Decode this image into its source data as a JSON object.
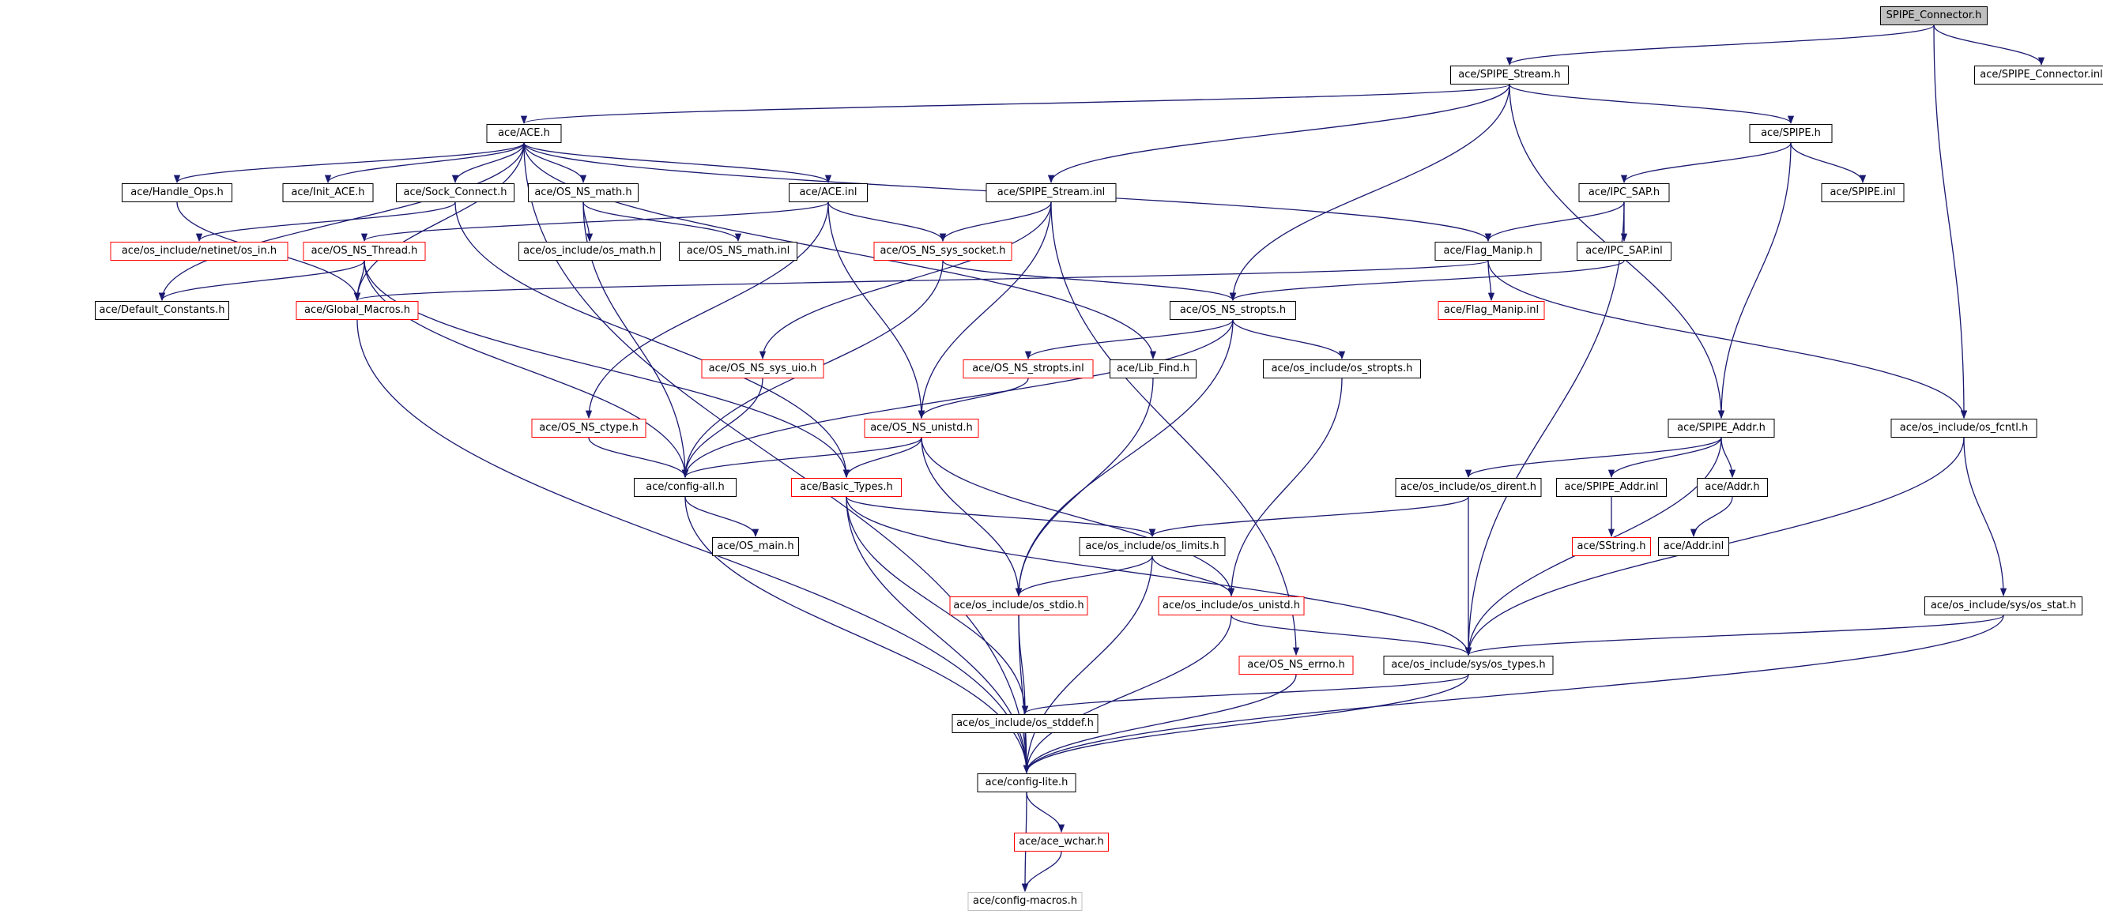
{
  "colors": {
    "edge": "#191970",
    "border_normal": "#000000",
    "border_truncated": "#ff0000",
    "border_leaf": "#bfbfbf",
    "root_fill": "#bfbfbf"
  },
  "nodes": [
    {
      "id": "spipe_connector_h",
      "label": "SPIPE_Connector.h",
      "kind": "root"
    },
    {
      "id": "spipe_stream_h",
      "label": "ace/SPIPE_Stream.h",
      "kind": "normal"
    },
    {
      "id": "spipe_connector_inl",
      "label": "ace/SPIPE_Connector.inl",
      "kind": "normal"
    },
    {
      "id": "ace_h",
      "label": "ace/ACE.h",
      "kind": "normal"
    },
    {
      "id": "spipe_h",
      "label": "ace/SPIPE.h",
      "kind": "normal"
    },
    {
      "id": "handle_ops_h",
      "label": "ace/Handle_Ops.h",
      "kind": "normal"
    },
    {
      "id": "init_ace_h",
      "label": "ace/Init_ACE.h",
      "kind": "normal"
    },
    {
      "id": "sock_connect_h",
      "label": "ace/Sock_Connect.h",
      "kind": "normal"
    },
    {
      "id": "os_ns_math_h",
      "label": "ace/OS_NS_math.h",
      "kind": "normal"
    },
    {
      "id": "ace_inl",
      "label": "ace/ACE.inl",
      "kind": "normal"
    },
    {
      "id": "spipe_stream_inl",
      "label": "ace/SPIPE_Stream.inl",
      "kind": "normal"
    },
    {
      "id": "ipc_sap_h",
      "label": "ace/IPC_SAP.h",
      "kind": "normal"
    },
    {
      "id": "spipe_inl",
      "label": "ace/SPIPE.inl",
      "kind": "normal"
    },
    {
      "id": "netinet_os_in_h",
      "label": "ace/os_include/netinet/os_in.h",
      "kind": "truncated"
    },
    {
      "id": "os_ns_thread_h",
      "label": "ace/OS_NS_Thread.h",
      "kind": "truncated"
    },
    {
      "id": "os_math_h",
      "label": "ace/os_include/os_math.h",
      "kind": "normal"
    },
    {
      "id": "os_ns_math_inl",
      "label": "ace/OS_NS_math.inl",
      "kind": "normal"
    },
    {
      "id": "os_ns_sys_socket_h",
      "label": "ace/OS_NS_sys_socket.h",
      "kind": "truncated"
    },
    {
      "id": "flag_manip_h",
      "label": "ace/Flag_Manip.h",
      "kind": "normal"
    },
    {
      "id": "ipc_sap_inl",
      "label": "ace/IPC_SAP.inl",
      "kind": "normal"
    },
    {
      "id": "default_constants_h",
      "label": "ace/Default_Constants.h",
      "kind": "normal"
    },
    {
      "id": "global_macros_h",
      "label": "ace/Global_Macros.h",
      "kind": "truncated"
    },
    {
      "id": "os_ns_stropts_h",
      "label": "ace/OS_NS_stropts.h",
      "kind": "normal"
    },
    {
      "id": "flag_manip_inl",
      "label": "ace/Flag_Manip.inl",
      "kind": "truncated"
    },
    {
      "id": "os_ns_sys_uio_h",
      "label": "ace/OS_NS_sys_uio.h",
      "kind": "truncated"
    },
    {
      "id": "os_ns_stropts_inl",
      "label": "ace/OS_NS_stropts.inl",
      "kind": "truncated"
    },
    {
      "id": "lib_find_h",
      "label": "ace/Lib_Find.h",
      "kind": "normal"
    },
    {
      "id": "os_stropts_h",
      "label": "ace/os_include/os_stropts.h",
      "kind": "normal"
    },
    {
      "id": "os_ns_ctype_h",
      "label": "ace/OS_NS_ctype.h",
      "kind": "truncated"
    },
    {
      "id": "os_ns_unistd_h",
      "label": "ace/OS_NS_unistd.h",
      "kind": "truncated"
    },
    {
      "id": "spipe_addr_h",
      "label": "ace/SPIPE_Addr.h",
      "kind": "normal"
    },
    {
      "id": "os_fcntl_h",
      "label": "ace/os_include/os_fcntl.h",
      "kind": "normal"
    },
    {
      "id": "config_all_h",
      "label": "ace/config-all.h",
      "kind": "normal"
    },
    {
      "id": "basic_types_h",
      "label": "ace/Basic_Types.h",
      "kind": "truncated"
    },
    {
      "id": "os_dirent_h",
      "label": "ace/os_include/os_dirent.h",
      "kind": "normal"
    },
    {
      "id": "spipe_addr_inl",
      "label": "ace/SPIPE_Addr.inl",
      "kind": "normal"
    },
    {
      "id": "addr_h",
      "label": "ace/Addr.h",
      "kind": "normal"
    },
    {
      "id": "os_main_h",
      "label": "ace/OS_main.h",
      "kind": "normal"
    },
    {
      "id": "os_limits_h",
      "label": "ace/os_include/os_limits.h",
      "kind": "normal"
    },
    {
      "id": "sstring_h",
      "label": "ace/SString.h",
      "kind": "truncated"
    },
    {
      "id": "addr_inl",
      "label": "ace/Addr.inl",
      "kind": "normal"
    },
    {
      "id": "os_stdio_h",
      "label": "ace/os_include/os_stdio.h",
      "kind": "truncated"
    },
    {
      "id": "os_unistd_h",
      "label": "ace/os_include/os_unistd.h",
      "kind": "truncated"
    },
    {
      "id": "sys_os_stat_h",
      "label": "ace/os_include/sys/os_stat.h",
      "kind": "normal"
    },
    {
      "id": "os_ns_errno_h",
      "label": "ace/OS_NS_errno.h",
      "kind": "truncated"
    },
    {
      "id": "sys_os_types_h",
      "label": "ace/os_include/sys/os_types.h",
      "kind": "normal"
    },
    {
      "id": "os_stddef_h",
      "label": "ace/os_include/os_stddef.h",
      "kind": "normal"
    },
    {
      "id": "config_lite_h",
      "label": "ace/config-lite.h",
      "kind": "normal"
    },
    {
      "id": "ace_wchar_h",
      "label": "ace/ace_wchar.h",
      "kind": "truncated"
    },
    {
      "id": "config_macros_h",
      "label": "ace/config-macros.h",
      "kind": "leaf"
    }
  ],
  "edges": [
    [
      "spipe_connector_h",
      "spipe_stream_h"
    ],
    [
      "spipe_connector_h",
      "spipe_connector_inl"
    ],
    [
      "spipe_connector_h",
      "os_fcntl_h"
    ],
    [
      "spipe_stream_h",
      "ace_h"
    ],
    [
      "spipe_stream_h",
      "spipe_h"
    ],
    [
      "spipe_stream_h",
      "spipe_stream_inl"
    ],
    [
      "spipe_stream_h",
      "os_ns_stropts_h"
    ],
    [
      "spipe_stream_h",
      "spipe_addr_h"
    ],
    [
      "ace_h",
      "handle_ops_h"
    ],
    [
      "ace_h",
      "init_ace_h"
    ],
    [
      "ace_h",
      "sock_connect_h"
    ],
    [
      "ace_h",
      "os_ns_math_h"
    ],
    [
      "ace_h",
      "ace_inl"
    ],
    [
      "ace_h",
      "flag_manip_h"
    ],
    [
      "ace_h",
      "lib_find_h"
    ],
    [
      "ace_h",
      "default_constants_h"
    ],
    [
      "ace_h",
      "global_macros_h"
    ],
    [
      "ace_h",
      "config_lite_h"
    ],
    [
      "spipe_h",
      "ipc_sap_h"
    ],
    [
      "spipe_h",
      "spipe_inl"
    ],
    [
      "spipe_h",
      "spipe_addr_h"
    ],
    [
      "handle_ops_h",
      "global_macros_h"
    ],
    [
      "sock_connect_h",
      "netinet_os_in_h"
    ],
    [
      "sock_connect_h",
      "basic_types_h"
    ],
    [
      "os_ns_math_h",
      "os_math_h"
    ],
    [
      "os_ns_math_h",
      "os_ns_math_inl"
    ],
    [
      "os_ns_math_h",
      "config_all_h"
    ],
    [
      "ace_inl",
      "os_ns_thread_h"
    ],
    [
      "ace_inl",
      "os_ns_sys_socket_h"
    ],
    [
      "ace_inl",
      "os_ns_ctype_h"
    ],
    [
      "ace_inl",
      "os_ns_unistd_h"
    ],
    [
      "spipe_stream_inl",
      "os_ns_sys_socket_h"
    ],
    [
      "spipe_stream_inl",
      "os_ns_sys_uio_h"
    ],
    [
      "spipe_stream_inl",
      "os_ns_unistd_h"
    ],
    [
      "spipe_stream_inl",
      "os_ns_errno_h"
    ],
    [
      "ipc_sap_h",
      "flag_manip_h"
    ],
    [
      "ipc_sap_h",
      "ipc_sap_inl"
    ],
    [
      "ipc_sap_h",
      "sys_os_types_h"
    ],
    [
      "os_ns_thread_h",
      "default_constants_h"
    ],
    [
      "os_ns_thread_h",
      "global_macros_h"
    ],
    [
      "os_ns_thread_h",
      "config_all_h"
    ],
    [
      "os_ns_thread_h",
      "basic_types_h"
    ],
    [
      "os_ns_sys_socket_h",
      "os_ns_stropts_h"
    ],
    [
      "os_ns_sys_socket_h",
      "config_all_h"
    ],
    [
      "flag_manip_h",
      "global_macros_h"
    ],
    [
      "flag_manip_h",
      "flag_manip_inl"
    ],
    [
      "flag_manip_h",
      "os_fcntl_h"
    ],
    [
      "ipc_sap_inl",
      "os_ns_stropts_h"
    ],
    [
      "global_macros_h",
      "config_lite_h"
    ],
    [
      "os_ns_stropts_h",
      "os_ns_stropts_inl"
    ],
    [
      "os_ns_stropts_h",
      "os_stropts_h"
    ],
    [
      "os_ns_stropts_h",
      "config_all_h"
    ],
    [
      "os_ns_stropts_h",
      "os_stdio_h"
    ],
    [
      "os_ns_sys_uio_h",
      "config_all_h"
    ],
    [
      "os_ns_stropts_inl",
      "os_ns_unistd_h"
    ],
    [
      "lib_find_h",
      "os_stdio_h"
    ],
    [
      "os_stropts_h",
      "os_unistd_h"
    ],
    [
      "os_ns_ctype_h",
      "config_all_h"
    ],
    [
      "os_ns_unistd_h",
      "config_all_h"
    ],
    [
      "os_ns_unistd_h",
      "basic_types_h"
    ],
    [
      "os_ns_unistd_h",
      "os_stdio_h"
    ],
    [
      "os_ns_unistd_h",
      "os_unistd_h"
    ],
    [
      "spipe_addr_h",
      "os_dirent_h"
    ],
    [
      "spipe_addr_h",
      "spipe_addr_inl"
    ],
    [
      "spipe_addr_h",
      "addr_h"
    ],
    [
      "spipe_addr_h",
      "sys_os_types_h"
    ],
    [
      "os_fcntl_h",
      "sys_os_stat_h"
    ],
    [
      "os_fcntl_h",
      "sys_os_types_h"
    ],
    [
      "config_all_h",
      "os_main_h"
    ],
    [
      "config_all_h",
      "config_lite_h"
    ],
    [
      "basic_types_h",
      "os_limits_h"
    ],
    [
      "basic_types_h",
      "config_lite_h"
    ],
    [
      "basic_types_h",
      "os_stddef_h"
    ],
    [
      "basic_types_h",
      "sys_os_types_h"
    ],
    [
      "os_dirent_h",
      "os_limits_h"
    ],
    [
      "os_dirent_h",
      "sys_os_types_h"
    ],
    [
      "spipe_addr_inl",
      "sstring_h"
    ],
    [
      "addr_h",
      "addr_inl"
    ],
    [
      "os_limits_h",
      "os_stdio_h"
    ],
    [
      "os_limits_h",
      "os_unistd_h"
    ],
    [
      "os_limits_h",
      "config_lite_h"
    ],
    [
      "os_stdio_h",
      "os_stddef_h"
    ],
    [
      "os_stdio_h",
      "config_lite_h"
    ],
    [
      "os_unistd_h",
      "sys_os_types_h"
    ],
    [
      "os_unistd_h",
      "config_lite_h"
    ],
    [
      "sys_os_stat_h",
      "sys_os_types_h"
    ],
    [
      "sys_os_stat_h",
      "config_lite_h"
    ],
    [
      "os_ns_errno_h",
      "config_lite_h"
    ],
    [
      "sys_os_types_h",
      "os_stddef_h"
    ],
    [
      "sys_os_types_h",
      "config_lite_h"
    ],
    [
      "os_stddef_h",
      "config_lite_h"
    ],
    [
      "config_lite_h",
      "ace_wchar_h"
    ],
    [
      "config_lite_h",
      "config_macros_h"
    ],
    [
      "ace_wchar_h",
      "config_macros_h"
    ]
  ]
}
